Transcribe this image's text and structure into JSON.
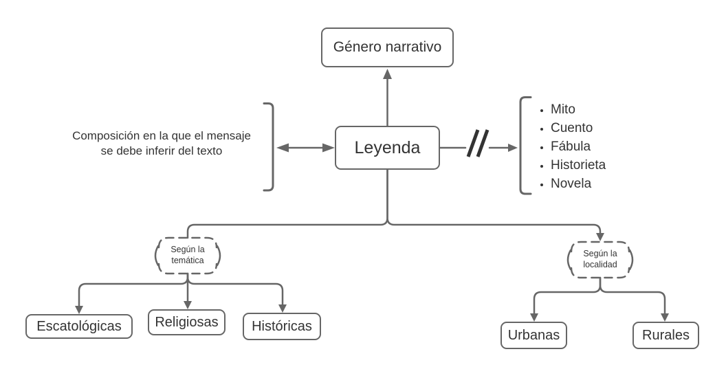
{
  "diagram": {
    "parent_node": {
      "label": "Género narrativo"
    },
    "root_node": {
      "label": "Leyenda"
    },
    "definition_note": {
      "line1": "Composición en la que el mensaje",
      "line2": "se debe inferir del texto"
    },
    "related_genres": {
      "items": [
        "Mito",
        "Cuento",
        "Fábula",
        "Historieta",
        "Novela"
      ]
    },
    "classification_tematica": {
      "label_line1": "Según la",
      "label_line2": "temática",
      "children": [
        "Escatológicas",
        "Religiosas",
        "Históricas"
      ]
    },
    "classification_localidad": {
      "label_line1": "Según la",
      "label_line2": "localidad",
      "children": [
        "Urbanas",
        "Rurales"
      ]
    },
    "colors": {
      "stroke": "#666666",
      "text": "#333333",
      "break_mark": "#333333",
      "background": "#ffffff"
    }
  }
}
